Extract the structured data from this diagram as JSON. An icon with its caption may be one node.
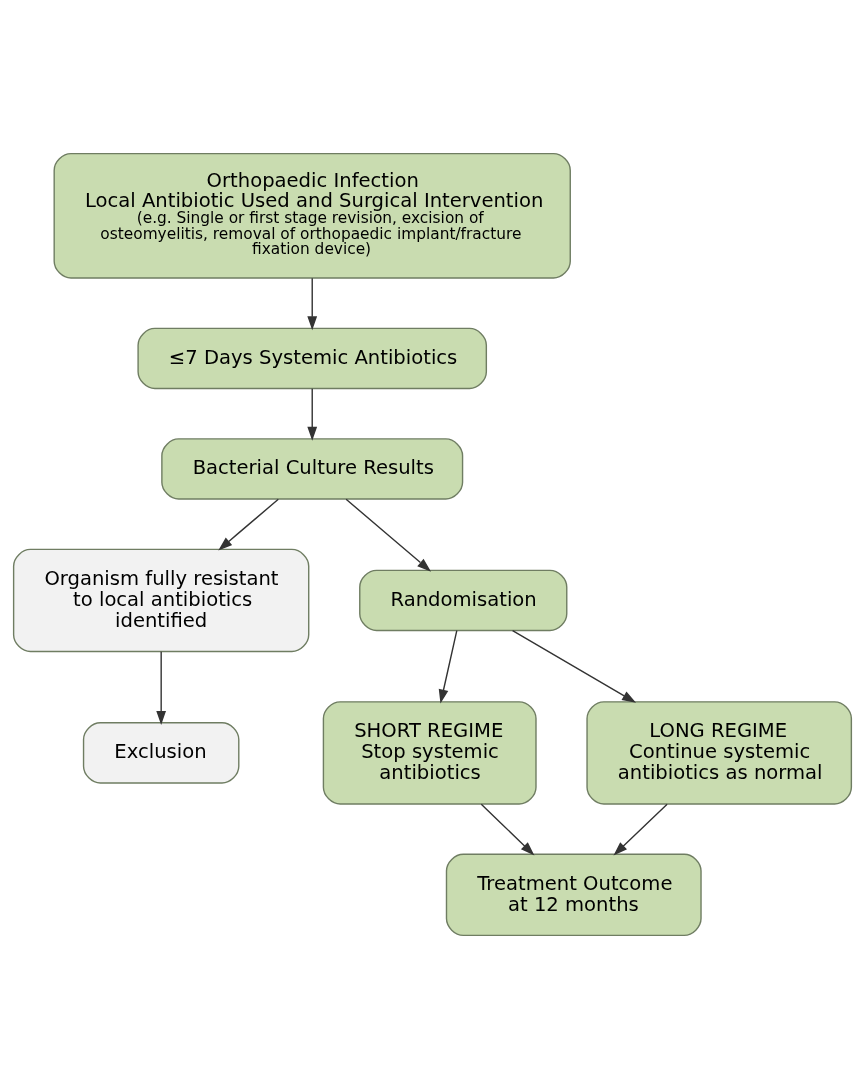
{
  "diagram": {
    "nodes": [
      {
        "text": [
          "Orthopaedic Infection",
          "Local Antibiotic Used and Surgical Intervention",
          "(e.g. Single or first stage revision, excision of osteomyelitis, removal of orthopaedic implant/fracture fixation device)"
        ]
      },
      {
        "text": [
          "≤7 Days Systemic Antibiotics"
        ]
      },
      {
        "text": [
          "Bacterial Culture Results"
        ]
      },
      {
        "text": [
          "Organism fully resistant to local antibiotics identified"
        ]
      },
      {
        "text": [
          "Randomisation"
        ]
      },
      {
        "text": [
          "Exclusion"
        ]
      },
      {
        "text": [
          "SHORT REGIME",
          "Stop systemic antibiotics"
        ]
      },
      {
        "text": [
          "LONG REGIME",
          "Continue systemic antibiotics as normal"
        ]
      },
      {
        "text": [
          "Treatment Outcome",
          "at 12 months"
        ]
      }
    ],
    "edges": [
      {
        "from": 0,
        "to": 1,
        "arrow": "to"
      },
      {
        "from": 1,
        "to": 2,
        "arrow": "to"
      },
      {
        "from": 2,
        "to": 3,
        "arrow": "to"
      },
      {
        "from": 2,
        "to": 4,
        "arrow": "to"
      },
      {
        "from": 3,
        "to": 5,
        "arrow": "to"
      },
      {
        "from": 4,
        "to": 6,
        "arrow": "to"
      },
      {
        "from": 4,
        "to": 7,
        "arrow": "to"
      },
      {
        "from": 6,
        "to": 8,
        "arrow": "to"
      },
      {
        "from": 7,
        "to": 8,
        "arrow": "to"
      }
    ]
  }
}
